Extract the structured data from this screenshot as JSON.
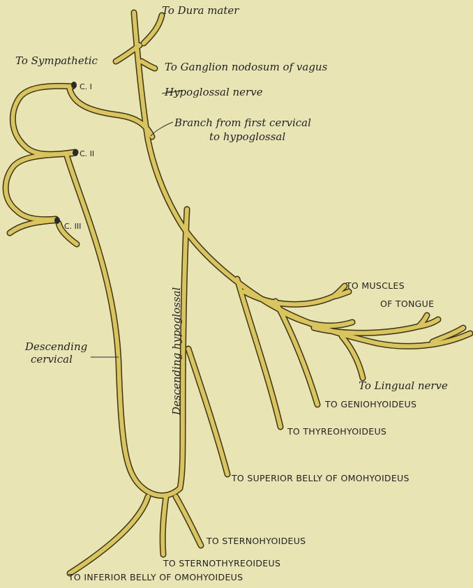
{
  "colors": {
    "background": "#e8e4b4",
    "nerve": "#d9c45e",
    "outline": "#3b3518"
  },
  "labels": {
    "dura_mater": "To Dura mater",
    "sympathetic": "To Sympathetic",
    "ganglion_nodosum": "To Ganglion nodosum of vagus",
    "hypoglossal_nerve": "Hypoglossal nerve",
    "branch_first_cervical_1": "Branch from first cervical",
    "branch_first_cervical_2": "to hypoglossal",
    "c1": "C. I",
    "c2": "C. II",
    "c3": "C. III",
    "descending_cervical_1": "Descending",
    "descending_cervical_2": "cervical",
    "descending_hypoglossal": "Descending hypoglossal",
    "muscles_tongue_1": "TO MUSCLES",
    "muscles_tongue_2": "OF TONGUE",
    "lingual_nerve": "To Lingual nerve",
    "geniohyoideus": "TO GENIOHYOIDEUS",
    "thyreohyoideus": "TO THYREOHYOIDEUS",
    "superior_omohyoideus": "TO SUPERIOR BELLY OF OMOHYOIDEUS",
    "sternohyoideus": "TO STERNOHYOIDEUS",
    "sternothyreoideus": "TO STERNOTHYREOIDEUS",
    "inferior_omohyoideus": "TO INFERIOR BELLY OF OMOHYOIDEUS"
  }
}
